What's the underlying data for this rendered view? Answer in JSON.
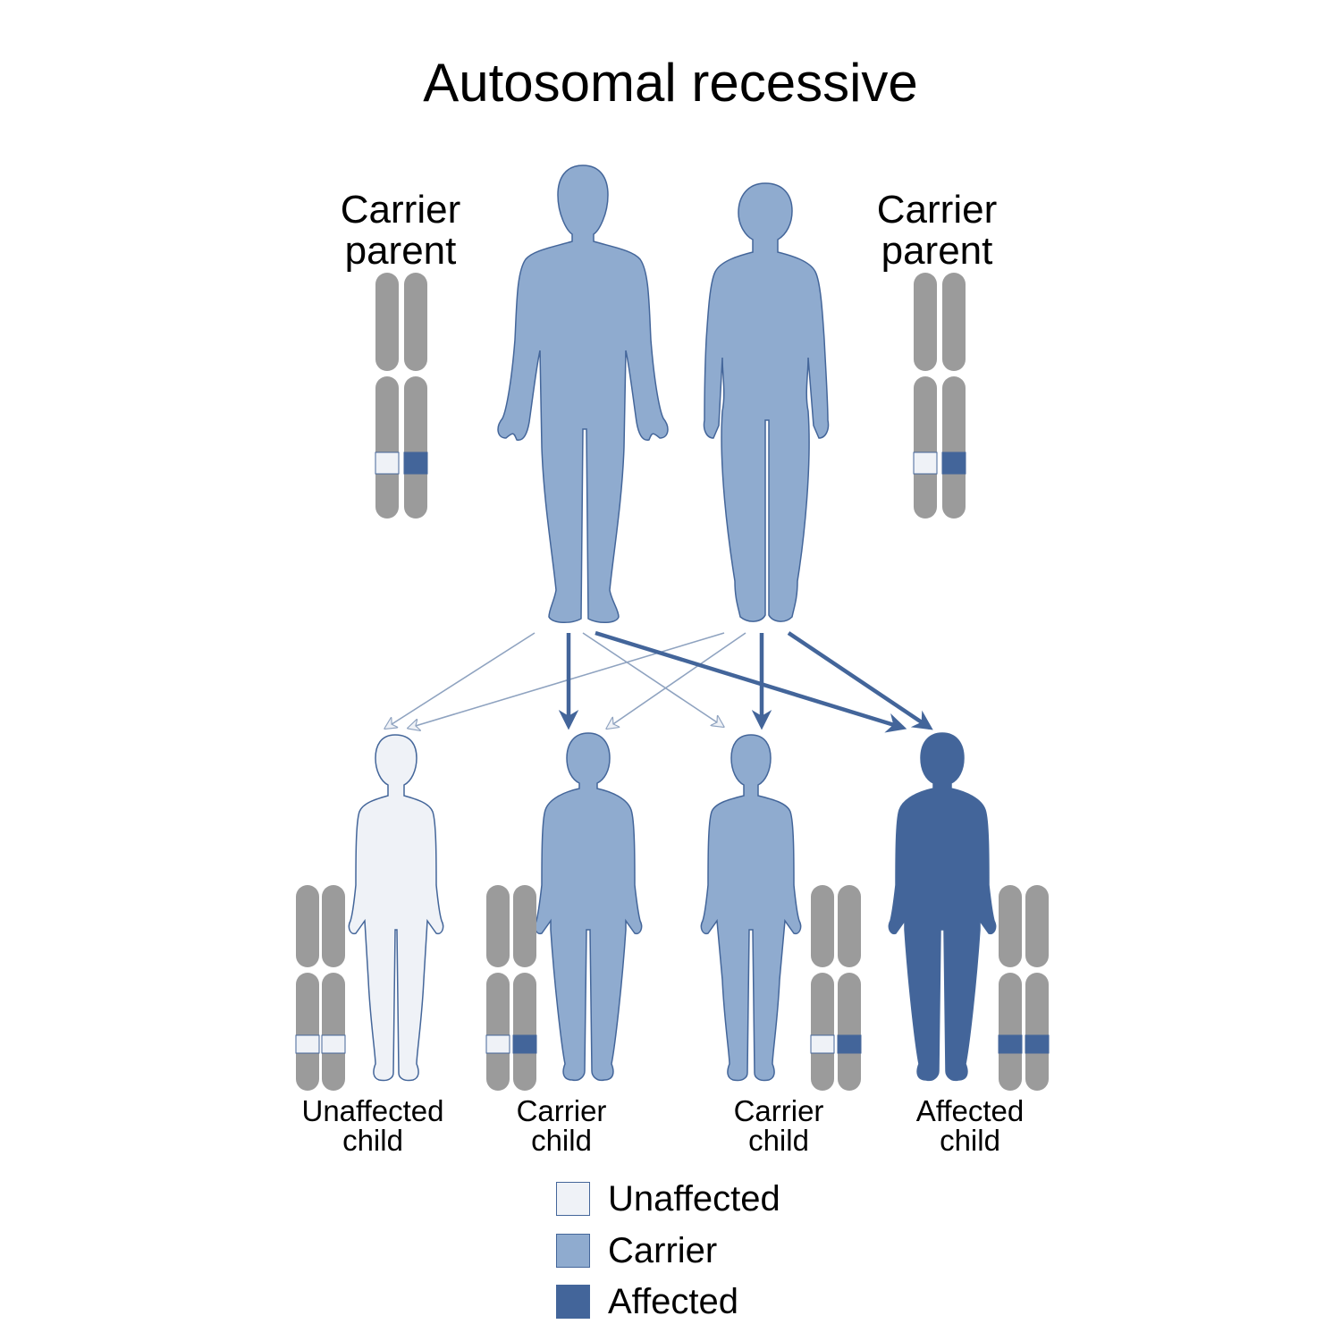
{
  "title": "Autosomal recessive",
  "colors": {
    "unaffected": "#eff2f7",
    "carrier": "#8fabcf",
    "affected": "#43659a",
    "outline": "#44669a",
    "chromosome": "#9b9b9b"
  },
  "parents": [
    {
      "label": "Carrier parent",
      "line1": "Carrier",
      "line2": "parent",
      "status": "carrier",
      "alleles": [
        "unaffected",
        "affected"
      ]
    },
    {
      "label": "Carrier parent",
      "line1": "Carrier",
      "line2": "parent",
      "status": "carrier",
      "alleles": [
        "unaffected",
        "affected"
      ]
    }
  ],
  "children": [
    {
      "line1": "Unaffected",
      "line2": "child",
      "status": "unaffected",
      "alleles": [
        "unaffected",
        "unaffected"
      ]
    },
    {
      "line1": "Carrier",
      "line2": "child",
      "status": "carrier",
      "alleles": [
        "unaffected",
        "affected"
      ]
    },
    {
      "line1": "Carrier",
      "line2": "child",
      "status": "carrier",
      "alleles": [
        "unaffected",
        "affected"
      ]
    },
    {
      "line1": "Affected",
      "line2": "child",
      "status": "affected",
      "alleles": [
        "affected",
        "affected"
      ]
    }
  ],
  "legend": [
    {
      "label": "Unaffected",
      "status": "unaffected"
    },
    {
      "label": "Carrier",
      "status": "carrier"
    },
    {
      "label": "Affected",
      "status": "affected"
    }
  ]
}
